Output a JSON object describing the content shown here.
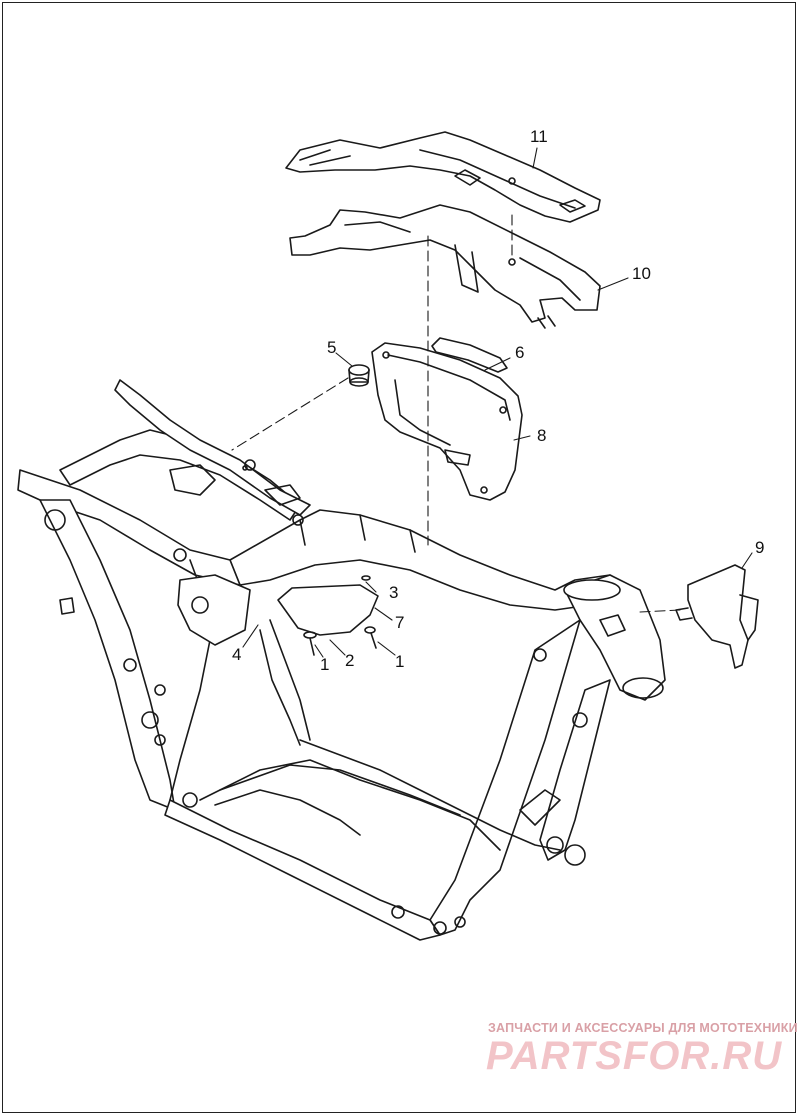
{
  "callouts": [
    {
      "id": "1a",
      "label": "1"
    },
    {
      "id": "1b",
      "label": "1"
    },
    {
      "id": "2",
      "label": "2"
    },
    {
      "id": "3",
      "label": "3"
    },
    {
      "id": "4",
      "label": "4"
    },
    {
      "id": "5",
      "label": "5"
    },
    {
      "id": "6",
      "label": "6"
    },
    {
      "id": "7",
      "label": "7"
    },
    {
      "id": "8",
      "label": "8"
    },
    {
      "id": "9",
      "label": "9"
    },
    {
      "id": "10",
      "label": "10"
    },
    {
      "id": "11",
      "label": "11"
    }
  ],
  "watermark": {
    "tagline": "ЗАПЧАСТИ И АКСЕССУАРЫ ДЛЯ МОТОТЕХНИКИ",
    "logo": "PARTSFOR.RU"
  },
  "colors": {
    "line": "#1a1a1a",
    "watermark_text": "#d9a0a6",
    "watermark_logo": "#f2c4c8"
  }
}
